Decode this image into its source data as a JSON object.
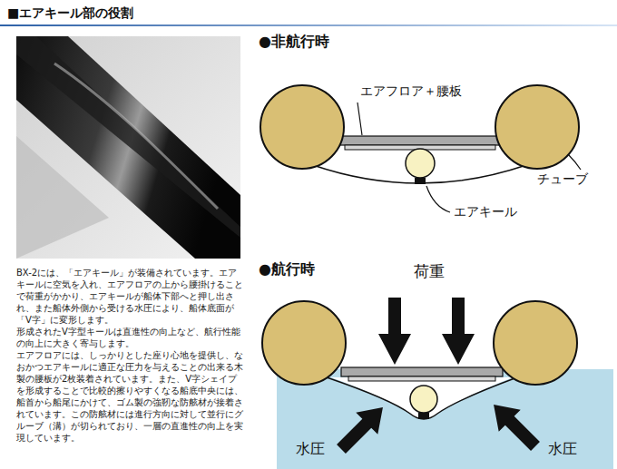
{
  "diagram": {
    "title": "■エアキール部の役割",
    "labels": [
      "●非航行時",
      "エアフロア＋腰板",
      "チューブ",
      "エアキール",
      "●航行時",
      "荷重",
      "水圧",
      "水圧",
      "BX-2には、「エアキール」が装備されています。エアキールに空気を入れ、エアフロアの上から腰掛けることで荷重がかかり、エアキールが船体下部へと押し出され、また船体外側から受ける水圧により、船体底面が「V字」に変形します。",
      "形成されたV字型キールは直進性の向上など、航行性能の向上に大きく寄与します。",
      "エアフロアには、しっかりとした座り心地を提供し、なおかつエアキールに適正な圧力を与えることの出来る木製の腰板が2枚装着されています。また、V字シェイプを形成することで比較的擦りやすくなる船底中央には、船首から船尾にかけて、ゴム製の強靭な防舷材が接着されています。この防舷材には進行方向に対して並行にグルーブ（溝）が切られており、一層の直進性の向上を実現しています。"
    ]
  }
}
